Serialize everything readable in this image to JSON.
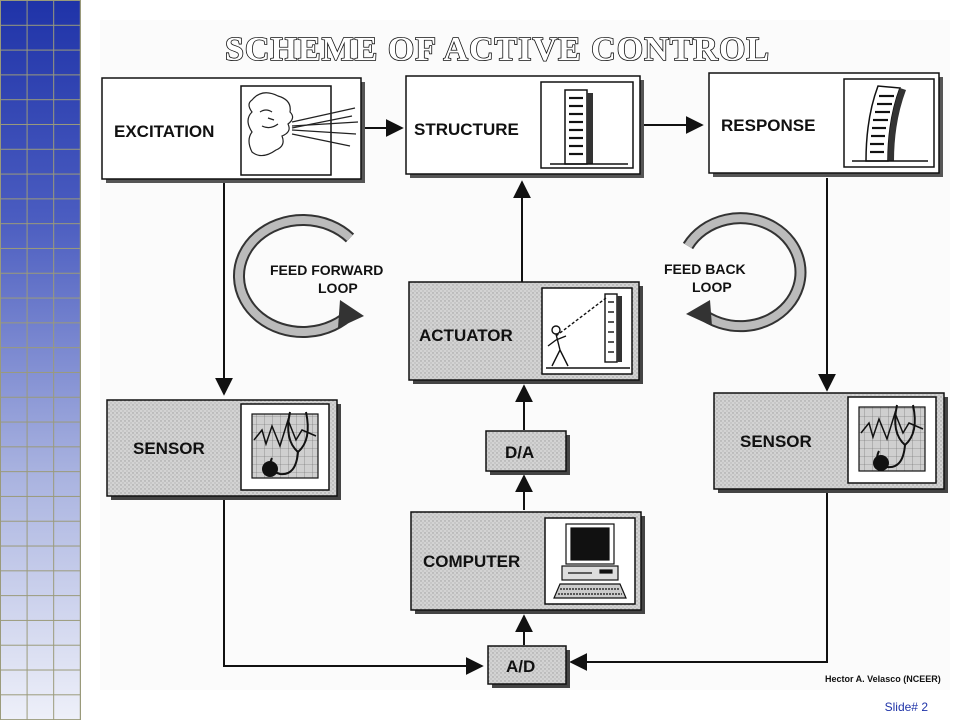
{
  "title": "SCHEME OF ACTIVE CONTROL",
  "boxes": {
    "excitation": "EXCITATION",
    "structure": "STRUCTURE",
    "response": "RESPONSE",
    "actuator": "ACTUATOR",
    "sensor_left": "SENSOR",
    "sensor_right": "SENSOR",
    "da": "D/A",
    "computer": "COMPUTER",
    "ad": "A/D"
  },
  "loops": {
    "feed_forward": [
      "FEED  FORWARD",
      "LOOP"
    ],
    "feed_back": [
      "FEED  BACK",
      "LOOP"
    ]
  },
  "credit": "Hector  A.  Velasco  (NCEER)",
  "slide_number": "Slide# 2",
  "colors": {
    "grid_blue": "#1f33a8",
    "box_gray": "#d2d2d2",
    "grid_line": "#9a9a7a"
  }
}
